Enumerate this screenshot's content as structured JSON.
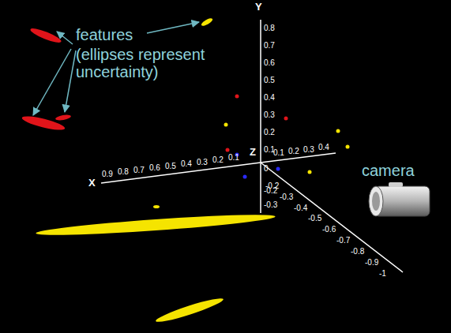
{
  "diagram": {
    "labels": [
      "features",
      "(ellipses represent uncertainty)",
      "camera",
      "Y",
      "0.8",
      "0.7",
      "0.6",
      "0.5",
      "0.4",
      "0.3",
      "0.2",
      "0.1",
      "0",
      "-0.2",
      "-0.3",
      "X",
      "0.9",
      "0.8",
      "0.7",
      "0.6",
      "0.5",
      "0.4",
      "0.3",
      "0.2",
      "0.1",
      "Z",
      "0.1",
      "0.2",
      "0.3",
      "0.4",
      "-0.2",
      "-0.3",
      "-0.4",
      "-0.5",
      "-0.6",
      "-0.7",
      "-0.8",
      "-0.9",
      "-1"
    ]
  }
}
